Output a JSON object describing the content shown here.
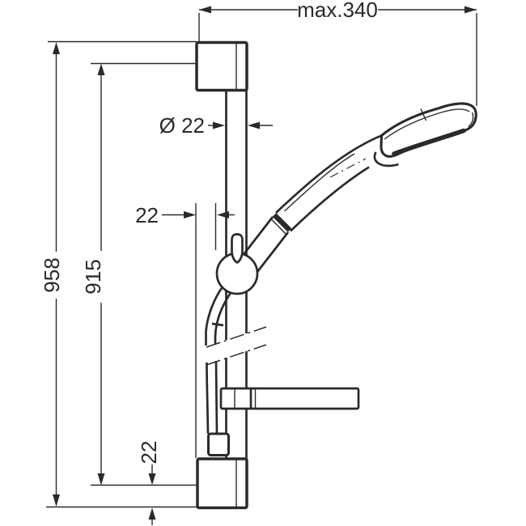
{
  "colors": {
    "line": "#2b2a29",
    "background": "#ffffff"
  },
  "dimensions": {
    "max_width": "max.340",
    "rail_diameter": "Ø 22",
    "slider_offset": "22",
    "overall_height": "958",
    "bracket_distance": "915",
    "bottom_overhang": "22"
  }
}
